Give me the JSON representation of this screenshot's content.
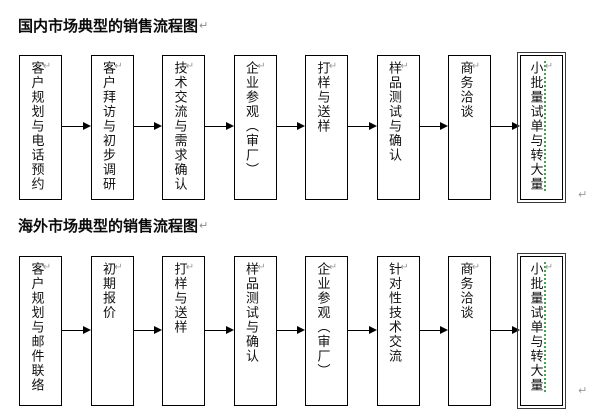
{
  "document": {
    "paragraph_mark": "↵"
  },
  "sections": [
    {
      "title": "国内市场典型的销售流程图",
      "title_mark": "↵",
      "steps": [
        {
          "label": "客户规划与电话预约",
          "mark": "↵",
          "grammar_flag": false
        },
        {
          "label": "客户拜访与初步调研",
          "mark": "↵",
          "grammar_flag": false
        },
        {
          "label": "技术交流与需求确认",
          "mark": "↵",
          "grammar_flag": false
        },
        {
          "label": "企业参观（审厂）",
          "mark": "↵",
          "grammar_flag": false
        },
        {
          "label": "打样与送样",
          "mark": "↵",
          "grammar_flag": false
        },
        {
          "label": "样品测试与确认",
          "mark": "↵",
          "grammar_flag": false
        },
        {
          "label": "商务洽谈",
          "mark": "↵",
          "grammar_flag": false
        },
        {
          "label": "小批量试单与转大量",
          "mark": "↵",
          "grammar_flag": true
        }
      ]
    },
    {
      "title": "海外市场典型的销售流程图",
      "title_mark": "↵",
      "steps": [
        {
          "label": "客户规划与邮件联络",
          "mark": "↵",
          "grammar_flag": false
        },
        {
          "label": "初期报价",
          "mark": "↵",
          "grammar_flag": false
        },
        {
          "label": "打样与送样",
          "mark": "↵",
          "grammar_flag": false
        },
        {
          "label": "样品测试与确认",
          "mark": "↵",
          "grammar_flag": false
        },
        {
          "label": "企业参观（审厂）",
          "mark": "↵",
          "grammar_flag": false
        },
        {
          "label": "针对性技术交流",
          "mark": "↵",
          "grammar_flag": false
        },
        {
          "label": "商务洽谈",
          "mark": "↵",
          "grammar_flag": false
        },
        {
          "label": "小批量试单与转大量",
          "mark": "↵",
          "grammar_flag": true
        }
      ]
    }
  ],
  "colors": {
    "box_border": "#000000",
    "text": "#111111",
    "title": "#0b0b0b",
    "arrow": "#000000",
    "grammar_underline": "#41a650",
    "paragraph_mark": "#999999",
    "background": "#ffffff"
  }
}
